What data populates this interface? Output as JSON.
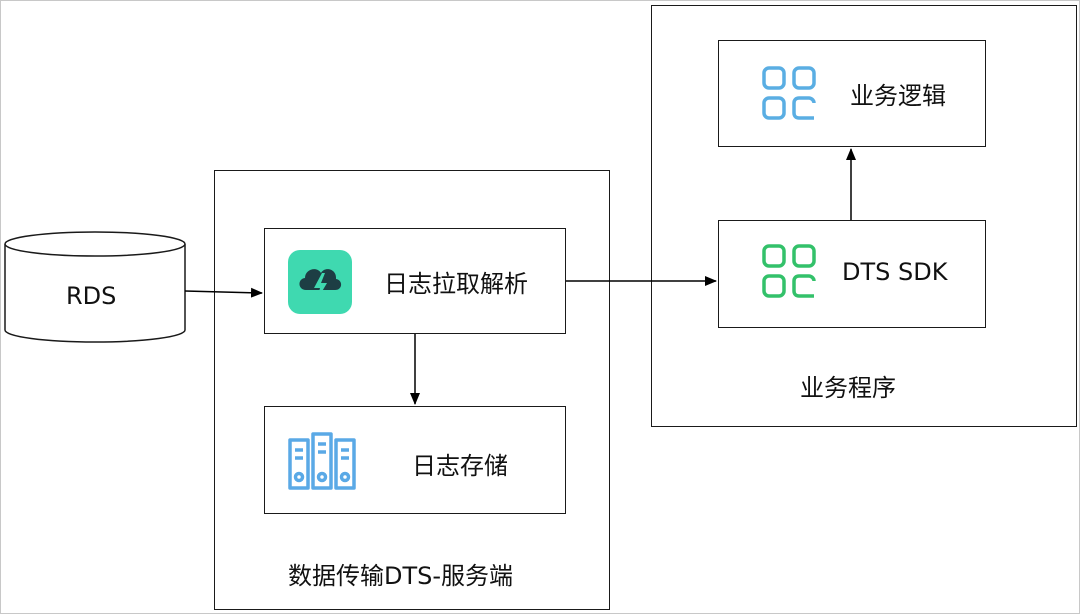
{
  "source": {
    "label": "RDS"
  },
  "server": {
    "caption": "数据传输DTS-服务端",
    "parse_label": "日志拉取解析",
    "storage_label": "日志存储"
  },
  "app": {
    "caption": "业务程序",
    "logic_label": "业务逻辑",
    "sdk_label": "DTS SDK"
  },
  "icons": {
    "parse": "cloud-lightning-icon",
    "storage": "server-rack-icon",
    "logic": "app-grid-icon",
    "sdk": "app-grid-icon"
  },
  "colors": {
    "parse_icon_bg": "#3fd9b0",
    "storage_icon": "#5aa9e6",
    "logic_icon": "#5aaee3",
    "sdk_icon": "#33c16a"
  }
}
